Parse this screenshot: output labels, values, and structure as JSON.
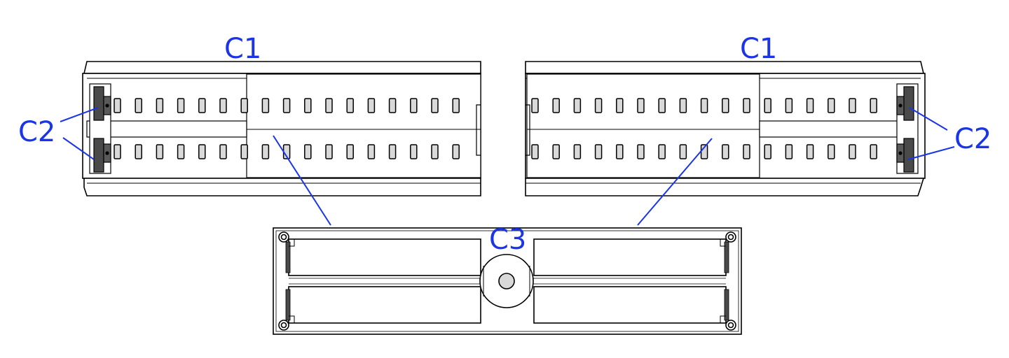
{
  "labels": {
    "left_rail_label": "C1",
    "right_rail_label": "C1",
    "left_clip_label": "C2",
    "right_clip_label": "C2",
    "base_plate_label": "C3"
  },
  "colors": {
    "label": "#1a35e8",
    "leader": "#1a35e8",
    "outline": "#000000",
    "slot_fill": "#d9d9d9",
    "clip_dark": "#4a4a4a",
    "part_fill": "#ffffff"
  }
}
